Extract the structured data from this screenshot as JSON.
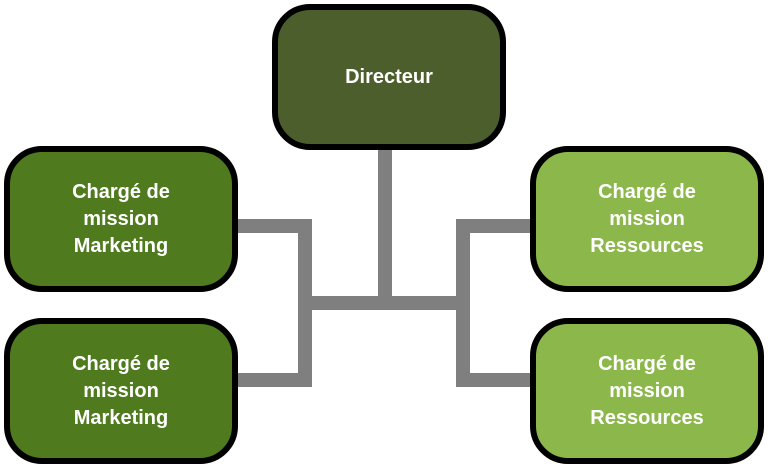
{
  "colors": {
    "director_fill": "#4c5e2b",
    "left_fill": "#4f7a1d",
    "right_fill": "#8cb84b",
    "connector": "#7f7f7f",
    "border": "#000000",
    "text": "#ffffff"
  },
  "director": {
    "label": "Directeur"
  },
  "left_nodes": [
    {
      "lines": [
        "Chargé de",
        "mission",
        "Marketing"
      ]
    },
    {
      "lines": [
        "Chargé de",
        "mission",
        "Marketing"
      ]
    }
  ],
  "right_nodes": [
    {
      "lines": [
        "Chargé de",
        "mission",
        "Ressources"
      ]
    },
    {
      "lines": [
        "Chargé de",
        "mission",
        "Ressources"
      ]
    }
  ]
}
